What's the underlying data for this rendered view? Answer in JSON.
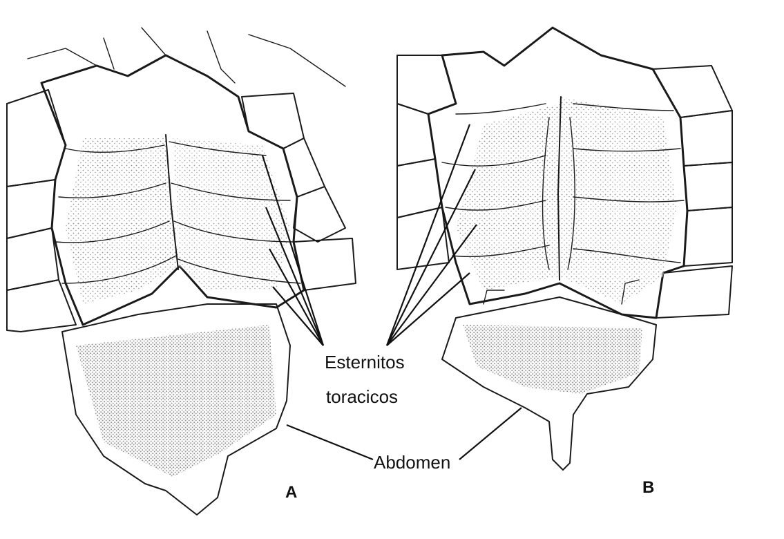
{
  "figure": {
    "labels": {
      "sternites_line1": "Esternitos",
      "sternites_line2": "toracicos",
      "abdomen": "Abdomen",
      "panel_a": "A",
      "panel_b": "B"
    },
    "colors": {
      "ink": "#1a1a1a",
      "paper": "#ffffff"
    }
  }
}
